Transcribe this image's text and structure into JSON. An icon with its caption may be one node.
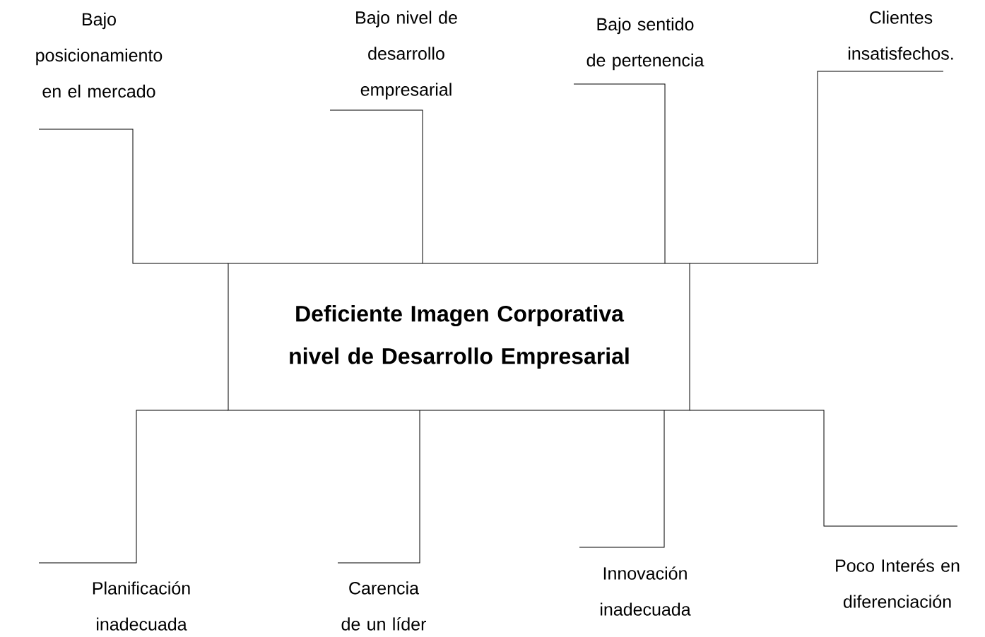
{
  "diagram": {
    "nodes": [
      {
        "text": [
          "Deficiente Imagen Corporativa nivel de Desarrollo Empresarial"
        ]
      },
      {
        "text": [
          "Bajo posicionamiento en el mercado"
        ]
      },
      {
        "text": [
          "Bajo nivel de desarrollo empresarial"
        ]
      },
      {
        "text": [
          "Bajo sentido de pertenencia"
        ]
      },
      {
        "text": [
          "Clientes insatisfechos."
        ]
      },
      {
        "text": [
          "Planificación inadecuada"
        ]
      },
      {
        "text": [
          "Carencia de un líder"
        ]
      },
      {
        "text": [
          "Innovación inadecuada"
        ]
      },
      {
        "text": [
          "Poco Interés en diferenciación"
        ]
      }
    ],
    "edges": [
      {
        "from": 0,
        "to": 1,
        "arrow": "none"
      },
      {
        "from": 0,
        "to": 2,
        "arrow": "none"
      },
      {
        "from": 0,
        "to": 3,
        "arrow": "none"
      },
      {
        "from": 0,
        "to": 4,
        "arrow": "none"
      },
      {
        "from": 0,
        "to": 5,
        "arrow": "none"
      },
      {
        "from": 0,
        "to": 6,
        "arrow": "none"
      },
      {
        "from": 0,
        "to": 7,
        "arrow": "none"
      },
      {
        "from": 0,
        "to": 8,
        "arrow": "none"
      }
    ]
  }
}
